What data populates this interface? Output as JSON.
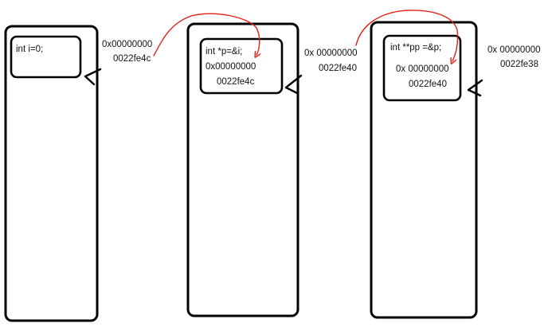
{
  "colors": {
    "ink": "#000000",
    "reference_arrow": "#e0201b",
    "background": "#ffffff"
  },
  "cells": [
    {
      "code": "int i=0;",
      "value_lines": [],
      "address_lines": [
        "0x00000000",
        "0022fe4c"
      ]
    },
    {
      "code": "int *p=&i;",
      "value_lines": [
        "0x00000000",
        "0022fe4c"
      ],
      "address_lines": [
        "0x 00000000",
        "0022fe40"
      ]
    },
    {
      "code": "int **pp =&p;",
      "value_lines": [
        "0x 00000000",
        "0022fe40"
      ],
      "address_lines": [
        "0x 00000000",
        "0022fe38"
      ]
    }
  ]
}
